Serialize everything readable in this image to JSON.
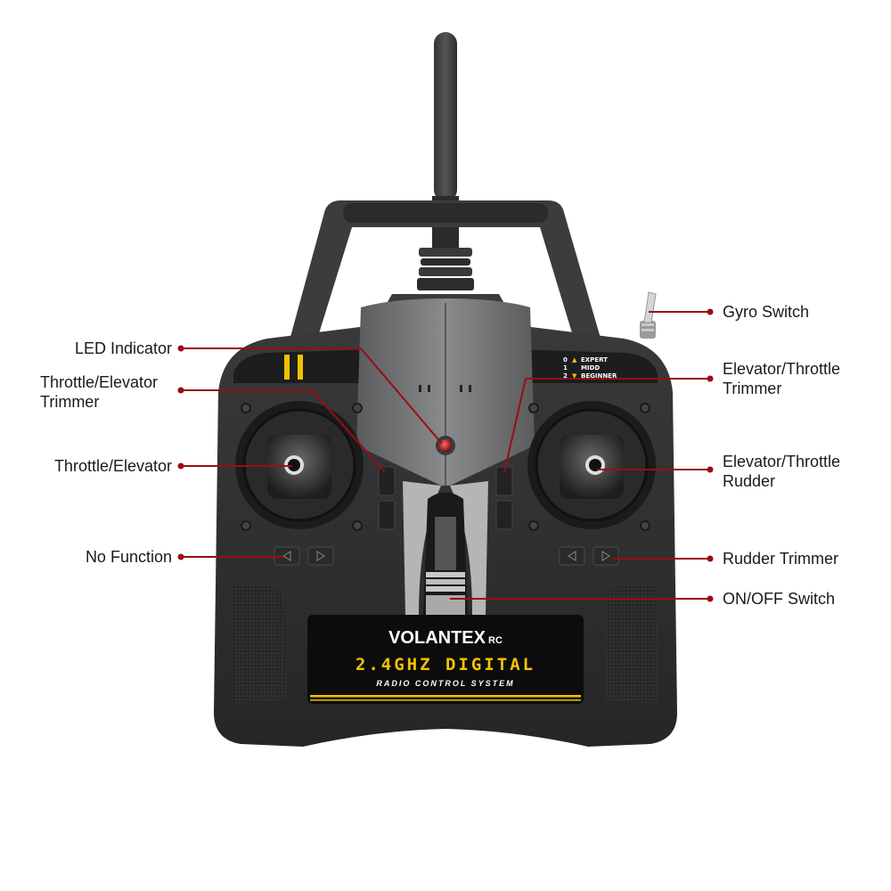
{
  "product": {
    "brand": "VOLANTEX",
    "brand_suffix": "RC",
    "frequency_label": "2.4GHZ DIGITAL",
    "subtitle": "RADIO CONTROL SYSTEM"
  },
  "mode_panel": [
    {
      "num": "0",
      "arrow": "▲",
      "label": "EXPERT"
    },
    {
      "num": "1",
      "arrow": "",
      "label": "MIDD"
    },
    {
      "num": "2",
      "arrow": "▼",
      "label": "BEGINNER"
    }
  ],
  "callouts": {
    "left": [
      {
        "id": "led-indicator",
        "label": "LED Indicator"
      },
      {
        "id": "throttle-elevator-trimmer",
        "label": "Throttle/Elevator\nTrimmer"
      },
      {
        "id": "throttle-elevator",
        "label": "Throttle/Elevator"
      },
      {
        "id": "no-function",
        "label": "No Function"
      }
    ],
    "right": [
      {
        "id": "gyro-switch",
        "label": "Gyro Switch"
      },
      {
        "id": "elevator-throttle-trimmer",
        "label": "Elevator/Throttle\nTrimmer"
      },
      {
        "id": "elevator-throttle-rudder",
        "label": "Elevator/Throttle\nRudder"
      },
      {
        "id": "rudder-trimmer",
        "label": "Rudder Trimmer"
      },
      {
        "id": "on-off-switch",
        "label": "ON/OFF Switch"
      }
    ]
  },
  "colors": {
    "callout_line": "#9b0d12",
    "accent_yellow": "#f2c200",
    "body": "#2e2f31",
    "background": "#ffffff"
  }
}
